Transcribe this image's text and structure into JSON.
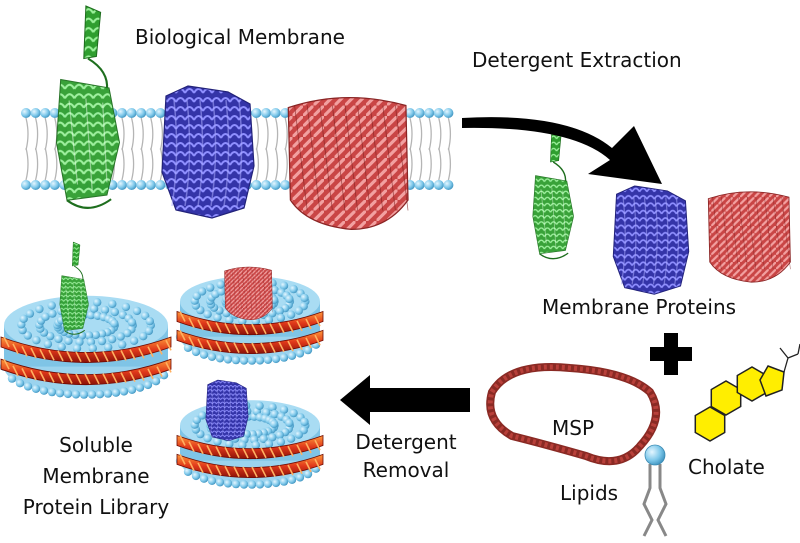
{
  "labels": {
    "biological_membrane": "Biological Membrane",
    "detergent_extraction": "Detergent Extraction",
    "membrane_proteins": "Membrane Proteins",
    "msp": "MSP",
    "lipids": "Lipids",
    "cholate": "Cholate",
    "detergent_removal_1": "Detergent",
    "detergent_removal_2": "Removal",
    "library_1": "Soluble",
    "library_2": "Membrane",
    "library_3": "Protein Library"
  },
  "colors": {
    "lipid_head": "#7ec8ea",
    "lipid_tail": "#b5b5b5",
    "protein_green": "#4fc24f",
    "protein_blue": "#4848c8",
    "protein_red": "#d85a5a",
    "msp_belt": "#d4351c",
    "msp_ring": "#b8403a",
    "cholate": "#ffee00",
    "arrow": "#000000"
  },
  "icons": [
    "membrane-bilayer",
    "helical-protein",
    "alpha-bundle-protein",
    "beta-barrel-protein",
    "nanodisc",
    "msp-ring",
    "lipid-molecule",
    "cholate-structure",
    "plus-icon",
    "curved-arrow",
    "left-arrow"
  ]
}
